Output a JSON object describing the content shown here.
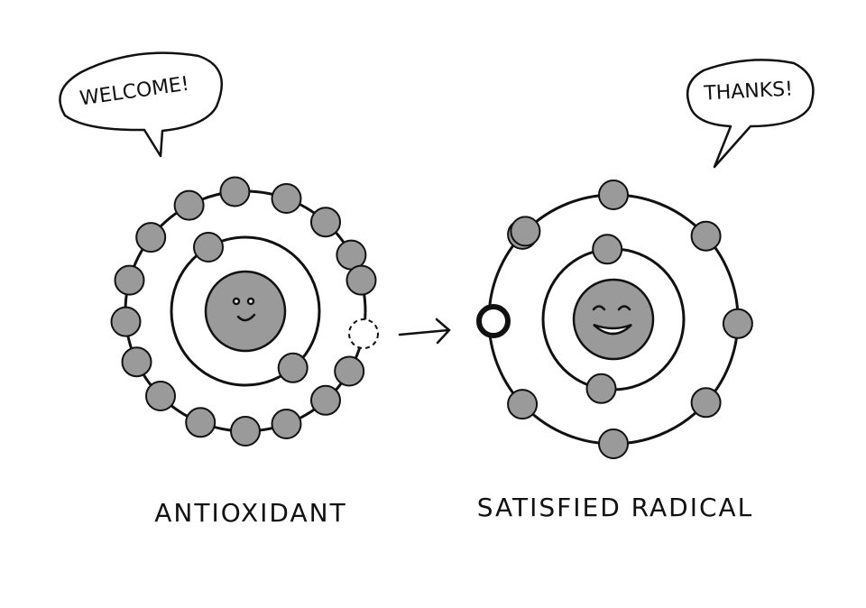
{
  "left_atom": {
    "speech": "WELCOME!",
    "caption": "ANTIOXIDANT",
    "inner_electrons": 2,
    "outer_electrons": 16,
    "missing_electrons": 1
  },
  "right_atom": {
    "speech": "THANKS!",
    "caption": "SATISFIED RADICAL",
    "inner_electrons": 2,
    "outer_electrons": 8,
    "received_electrons": 1
  },
  "colors": {
    "electron_fill": "#9a9a9a",
    "nucleus_fill": "#9a9a9a",
    "ink": "#111111",
    "background": "#ffffff"
  }
}
